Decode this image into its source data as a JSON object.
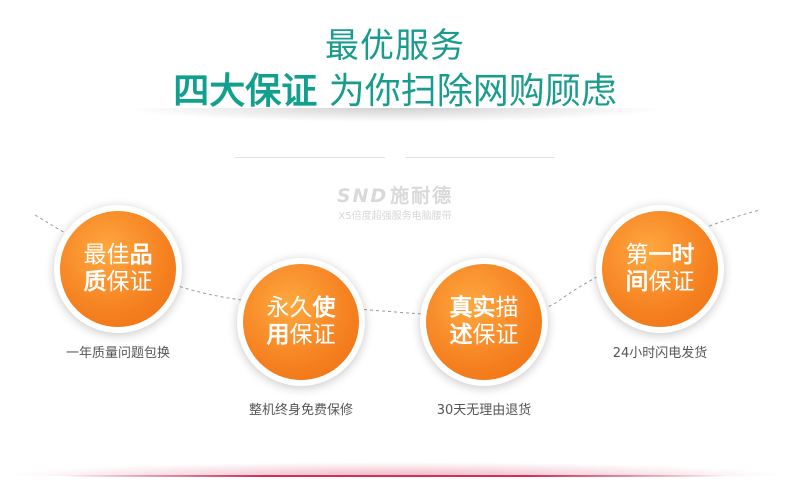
{
  "header": {
    "line1": "最优服务",
    "line2_strong": "四大保证",
    "line2_rest": " 为你扫除网购顾虑"
  },
  "brand": {
    "logo": "SND",
    "cn": "施耐德",
    "subtitle": "X5倍度超强服务电脑腰带"
  },
  "guarantees": [
    {
      "l1a": "最佳",
      "l1b": "品",
      "l2a": "质",
      "l2b": "保证",
      "caption": "一年质量问题包换"
    },
    {
      "l1a": "永久",
      "l1b": "使",
      "l2a": "用",
      "l2b": "保证",
      "caption": "整机终身免费保修"
    },
    {
      "l1a": "真实",
      "l1b": "描",
      "l2a": "述",
      "l2b": "保证",
      "caption": "30天无理由退货"
    },
    {
      "l1a": "第",
      "l1b": "一时",
      "l2a": "间",
      "l2b": "保证",
      "caption": "24小时闪电发货"
    }
  ],
  "colors": {
    "teal": "#1a9c8c",
    "orange": "#f58020",
    "pink": "#d12f59"
  }
}
